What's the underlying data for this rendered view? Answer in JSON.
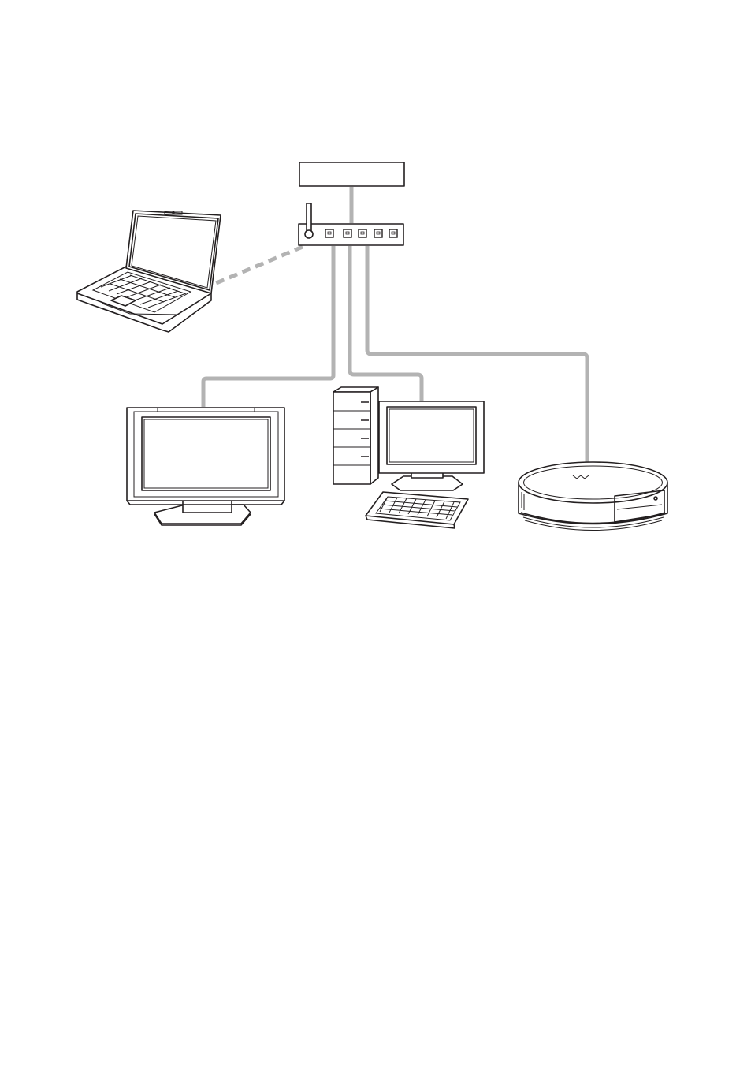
{
  "diagram": {
    "type": "home-network",
    "colors": {
      "cable": "#b3b3b3",
      "outline": "#231f20",
      "fill": "#ffffff",
      "device_body": "#e6e6e6"
    },
    "nodes": [
      {
        "id": "modem",
        "icon": "modem-box-icon"
      },
      {
        "id": "router",
        "icon": "router-icon",
        "ports": 5,
        "antenna": true
      },
      {
        "id": "laptop",
        "icon": "laptop-icon"
      },
      {
        "id": "tv",
        "icon": "flat-panel-tv-icon"
      },
      {
        "id": "desktop",
        "icon": "desktop-pc-icon"
      },
      {
        "id": "media-server",
        "icon": "media-server-icon"
      }
    ],
    "links": [
      {
        "from": "modem",
        "to": "router",
        "kind": "wired"
      },
      {
        "from": "router",
        "to": "laptop",
        "kind": "wireless"
      },
      {
        "from": "router",
        "to": "tv",
        "kind": "wired"
      },
      {
        "from": "router",
        "to": "desktop",
        "kind": "wired"
      },
      {
        "from": "router",
        "to": "media-server",
        "kind": "wired"
      }
    ]
  }
}
